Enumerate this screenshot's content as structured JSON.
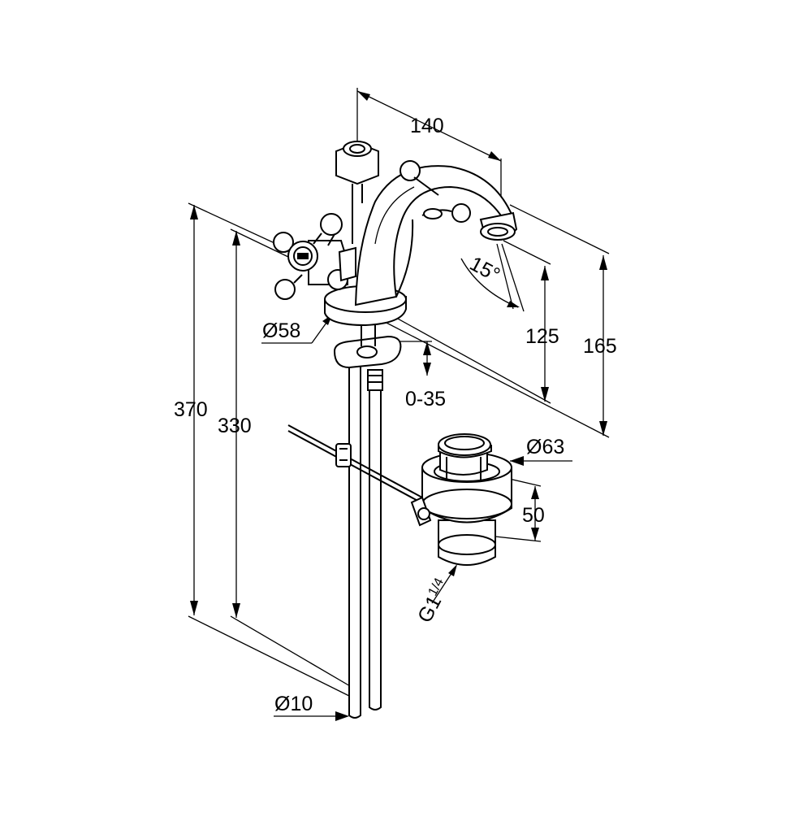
{
  "drawing": {
    "dimensions": {
      "width_140": "140",
      "angle_15": "15°",
      "height_125": "125",
      "height_165": "165",
      "diameter_58": "Ø58",
      "adjust_0_35": "0-35",
      "height_370": "370",
      "height_330": "330",
      "diameter_63": "Ø63",
      "height_50": "50",
      "thread_g": "G1",
      "thread_fraction": "1/4",
      "diameter_10": "Ø10"
    }
  }
}
